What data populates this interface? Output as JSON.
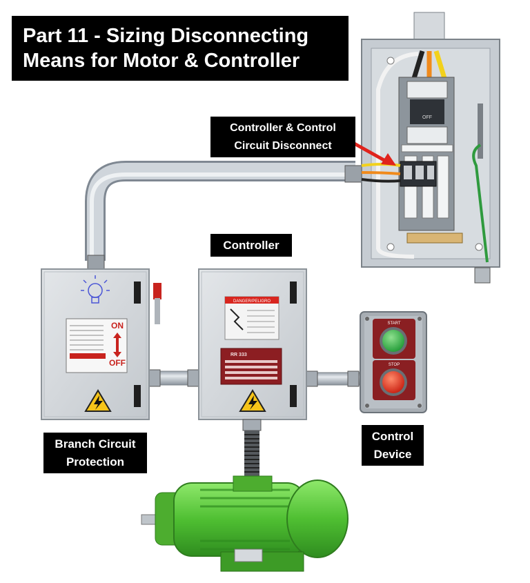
{
  "title": {
    "line1": "Part 11 - Sizing Disconnecting",
    "line2": "Means for Motor & Controller"
  },
  "labels": {
    "controller_disconnect": {
      "line1": "Controller & Control",
      "line2": "Circuit Disconnect"
    },
    "controller": "Controller",
    "branch_circuit_protection": {
      "line1": "Branch Circuit",
      "line2": "Protection"
    },
    "control_device": {
      "line1": "Control",
      "line2": "Device"
    }
  },
  "switch_labels": {
    "on": "ON",
    "off": "OFF"
  },
  "pushbuttons": {
    "start": "START",
    "stop": "STOP"
  },
  "breaker_labels": {
    "off": "OFF"
  },
  "plate_text": {
    "danger": "DANGER/PELIGRO",
    "brand": "RR 333"
  },
  "colors": {
    "callout_arrow": "#e0231c",
    "motor": "#5cc33a",
    "start_button": "#3cb54a",
    "stop_button": "#e8311d",
    "ground_wire": "#2f9a3e"
  }
}
